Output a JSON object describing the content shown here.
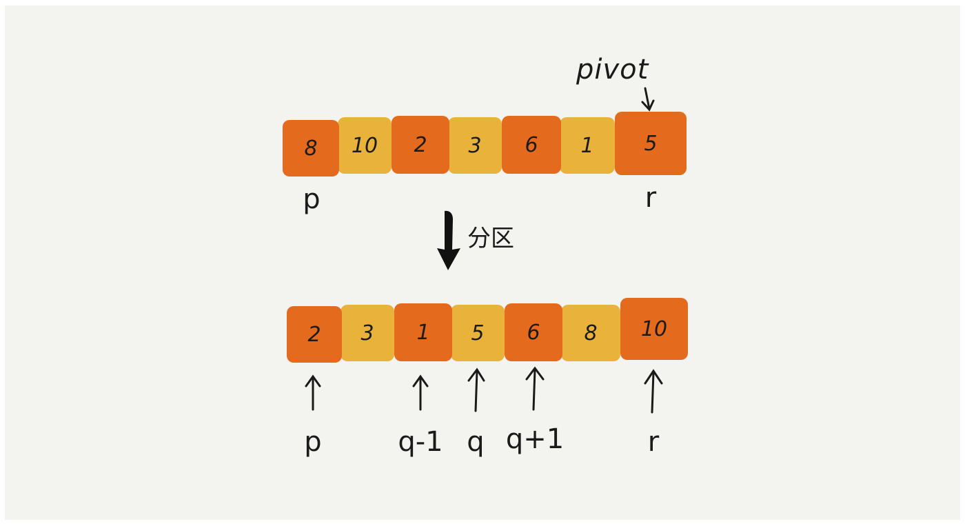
{
  "top_row": {
    "cells": [
      {
        "value": "8",
        "color": "orange"
      },
      {
        "value": "10",
        "color": "yellow"
      },
      {
        "value": "2",
        "color": "orange"
      },
      {
        "value": "3",
        "color": "yellow"
      },
      {
        "value": "6",
        "color": "orange"
      },
      {
        "value": "1",
        "color": "yellow"
      },
      {
        "value": "5",
        "color": "orange"
      }
    ],
    "pointer_p": "p",
    "pointer_r": "r",
    "pivot_label": "pivot"
  },
  "partition_label": "分区",
  "bottom_row": {
    "cells": [
      {
        "value": "2",
        "color": "orange"
      },
      {
        "value": "3",
        "color": "yellow"
      },
      {
        "value": "1",
        "color": "orange"
      },
      {
        "value": "5",
        "color": "yellow"
      },
      {
        "value": "6",
        "color": "orange"
      },
      {
        "value": "8",
        "color": "yellow"
      },
      {
        "value": "10",
        "color": "orange"
      }
    ],
    "pointers": {
      "p": "p",
      "q_minus_1": "q-1",
      "q": "q",
      "q_plus_1": "q+1",
      "r": "r"
    }
  },
  "colors": {
    "orange": "#e46b1e",
    "yellow": "#e9b23b",
    "background": "#f3f3ef",
    "ink": "#1a1a1a"
  }
}
